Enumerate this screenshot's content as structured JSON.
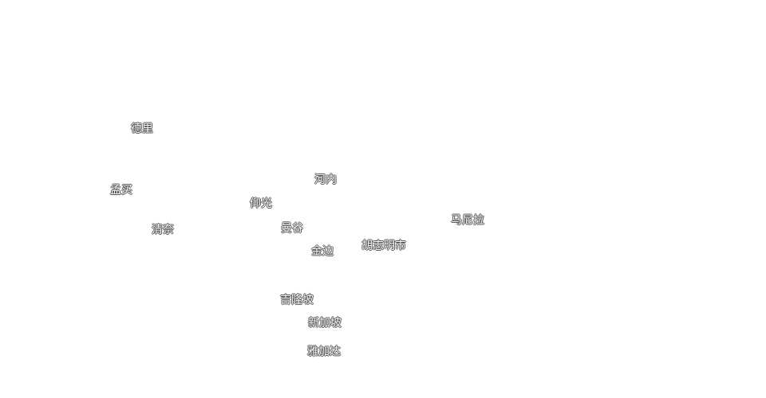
{
  "map": {
    "cities": [
      {
        "id": "delhi",
        "label": "德里"
      },
      {
        "id": "mumbai",
        "label": "孟买"
      },
      {
        "id": "chennai",
        "label": "清奈"
      },
      {
        "id": "yangon",
        "label": "仰光"
      },
      {
        "id": "hanoi",
        "label": "河内"
      },
      {
        "id": "bangkok",
        "label": "曼谷"
      },
      {
        "id": "phnompenh",
        "label": "金边"
      },
      {
        "id": "hcmc",
        "label": "胡志明市"
      },
      {
        "id": "manila",
        "label": "马尼拉"
      },
      {
        "id": "kl",
        "label": "吉隆坡"
      },
      {
        "id": "singapore",
        "label": "新加坡"
      },
      {
        "id": "jakarta",
        "label": "雅加达"
      }
    ],
    "colors": {
      "background": "#ffffff",
      "label_fill": "#ffffff",
      "label_halo": "#6a6a6a"
    }
  }
}
